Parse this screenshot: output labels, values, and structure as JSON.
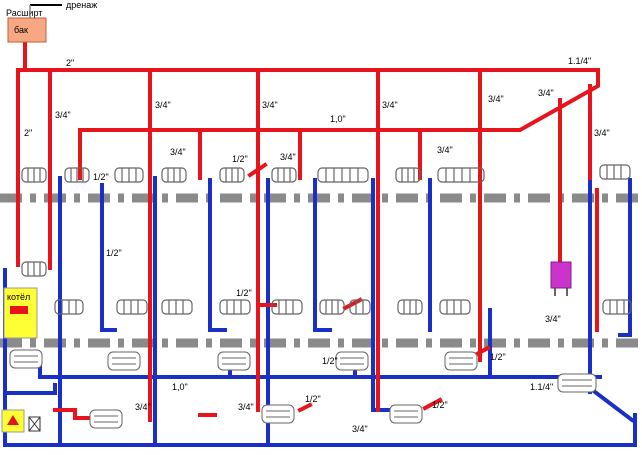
{
  "colors": {
    "supply": "#e8141c",
    "return": "#1a2fc8",
    "floor": "#8a8a8a",
    "floor_dash": "#c8c8c8",
    "tank_fill": "#f7a882",
    "boiler_fill": "#ffff33",
    "pump_fill": "#cc33cc",
    "radiator": "#666666"
  },
  "labels": {
    "drain": "дренаж",
    "tank_line1": "Расширт",
    "tank_line2": "бак",
    "boiler": "котёл"
  },
  "pipe_sizes": {
    "main_top": "2\"",
    "main_right": "1.1/4\"",
    "riser_left": "2\"",
    "main_mid": "1,0\"",
    "bottom_return_right": "1.1/4\"",
    "bottom_return_mid": "1,0\"",
    "branch_3_4": "3/4\"",
    "branch_1_2": "1/2\""
  }
}
